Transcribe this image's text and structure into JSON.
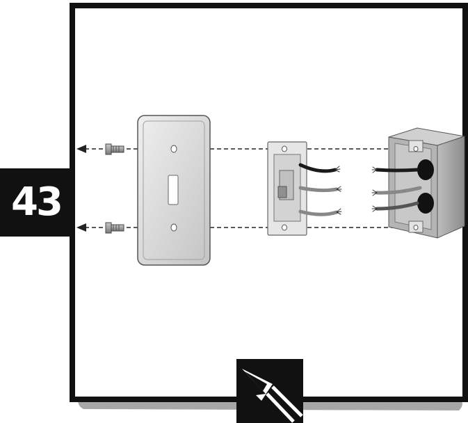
{
  "step": {
    "number": "43"
  },
  "icons": {
    "step_badge": "step-number-badge",
    "tool": "screwdriver-tip-icon"
  },
  "parts": [
    "cover-plate",
    "mounting-screws",
    "toggle-switch",
    "circuit-wires",
    "electrical-box"
  ],
  "colors": {
    "frame": "#111111",
    "shadow": "#8a8a8a",
    "plate": "#d9d9d9",
    "box": "#a8a8a8",
    "wire_black": "#1a1a1a",
    "wire_gray": "#888888"
  }
}
